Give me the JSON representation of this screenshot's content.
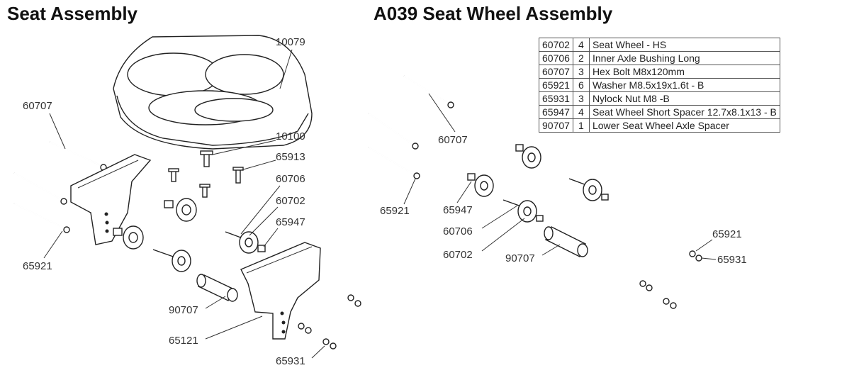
{
  "titles": {
    "left": "Seat Assembly",
    "right": "A039 Seat Wheel Assembly"
  },
  "parts_table": [
    {
      "part": "60702",
      "qty": "4",
      "description": "Seat Wheel - HS"
    },
    {
      "part": "60706",
      "qty": "2",
      "description": "Inner Axle Bushing Long"
    },
    {
      "part": "60707",
      "qty": "3",
      "description": "Hex Bolt M8x120mm"
    },
    {
      "part": "65921",
      "qty": "6",
      "description": "Washer M8.5x19x1.6t - B"
    },
    {
      "part": "65931",
      "qty": "3",
      "description": "Nylock Nut M8 -B"
    },
    {
      "part": "65947",
      "qty": "4",
      "description": "Seat Wheel Short Spacer 12.7x8.1x13 - B"
    },
    {
      "part": "90707",
      "qty": "1",
      "description": "Lower Seat Wheel Axle Spacer"
    }
  ],
  "callouts_left": {
    "seat": "10079",
    "bolt": "60707",
    "washer": "65921",
    "screw": "10100",
    "insert": "65913",
    "bushing": "60706",
    "wheel": "60702",
    "spacer_short": "65947",
    "spacer_long": "90707",
    "bracket": "65121",
    "nut": "65931"
  },
  "callouts_right": {
    "bolt": "60707",
    "washer_left": "65921",
    "spacer_short": "65947",
    "bushing": "60706",
    "wheel": "60702",
    "spacer_long": "90707",
    "washer_right": "65921",
    "nut": "65931"
  }
}
